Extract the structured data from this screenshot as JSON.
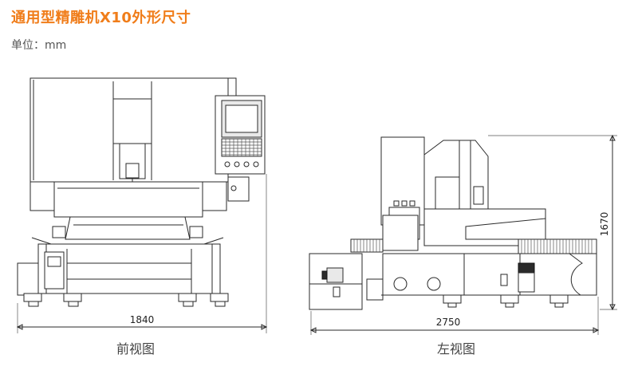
{
  "title": "通用型精雕机X10外形尺寸",
  "unit_label": "单位：mm",
  "front_view": {
    "caption": "前视图",
    "width_dimension": "1840"
  },
  "side_view": {
    "caption": "左视图",
    "width_dimension": "2750",
    "height_dimension": "1670"
  },
  "colors": {
    "title": "#f07d1a",
    "line": "#2a2a2a"
  }
}
